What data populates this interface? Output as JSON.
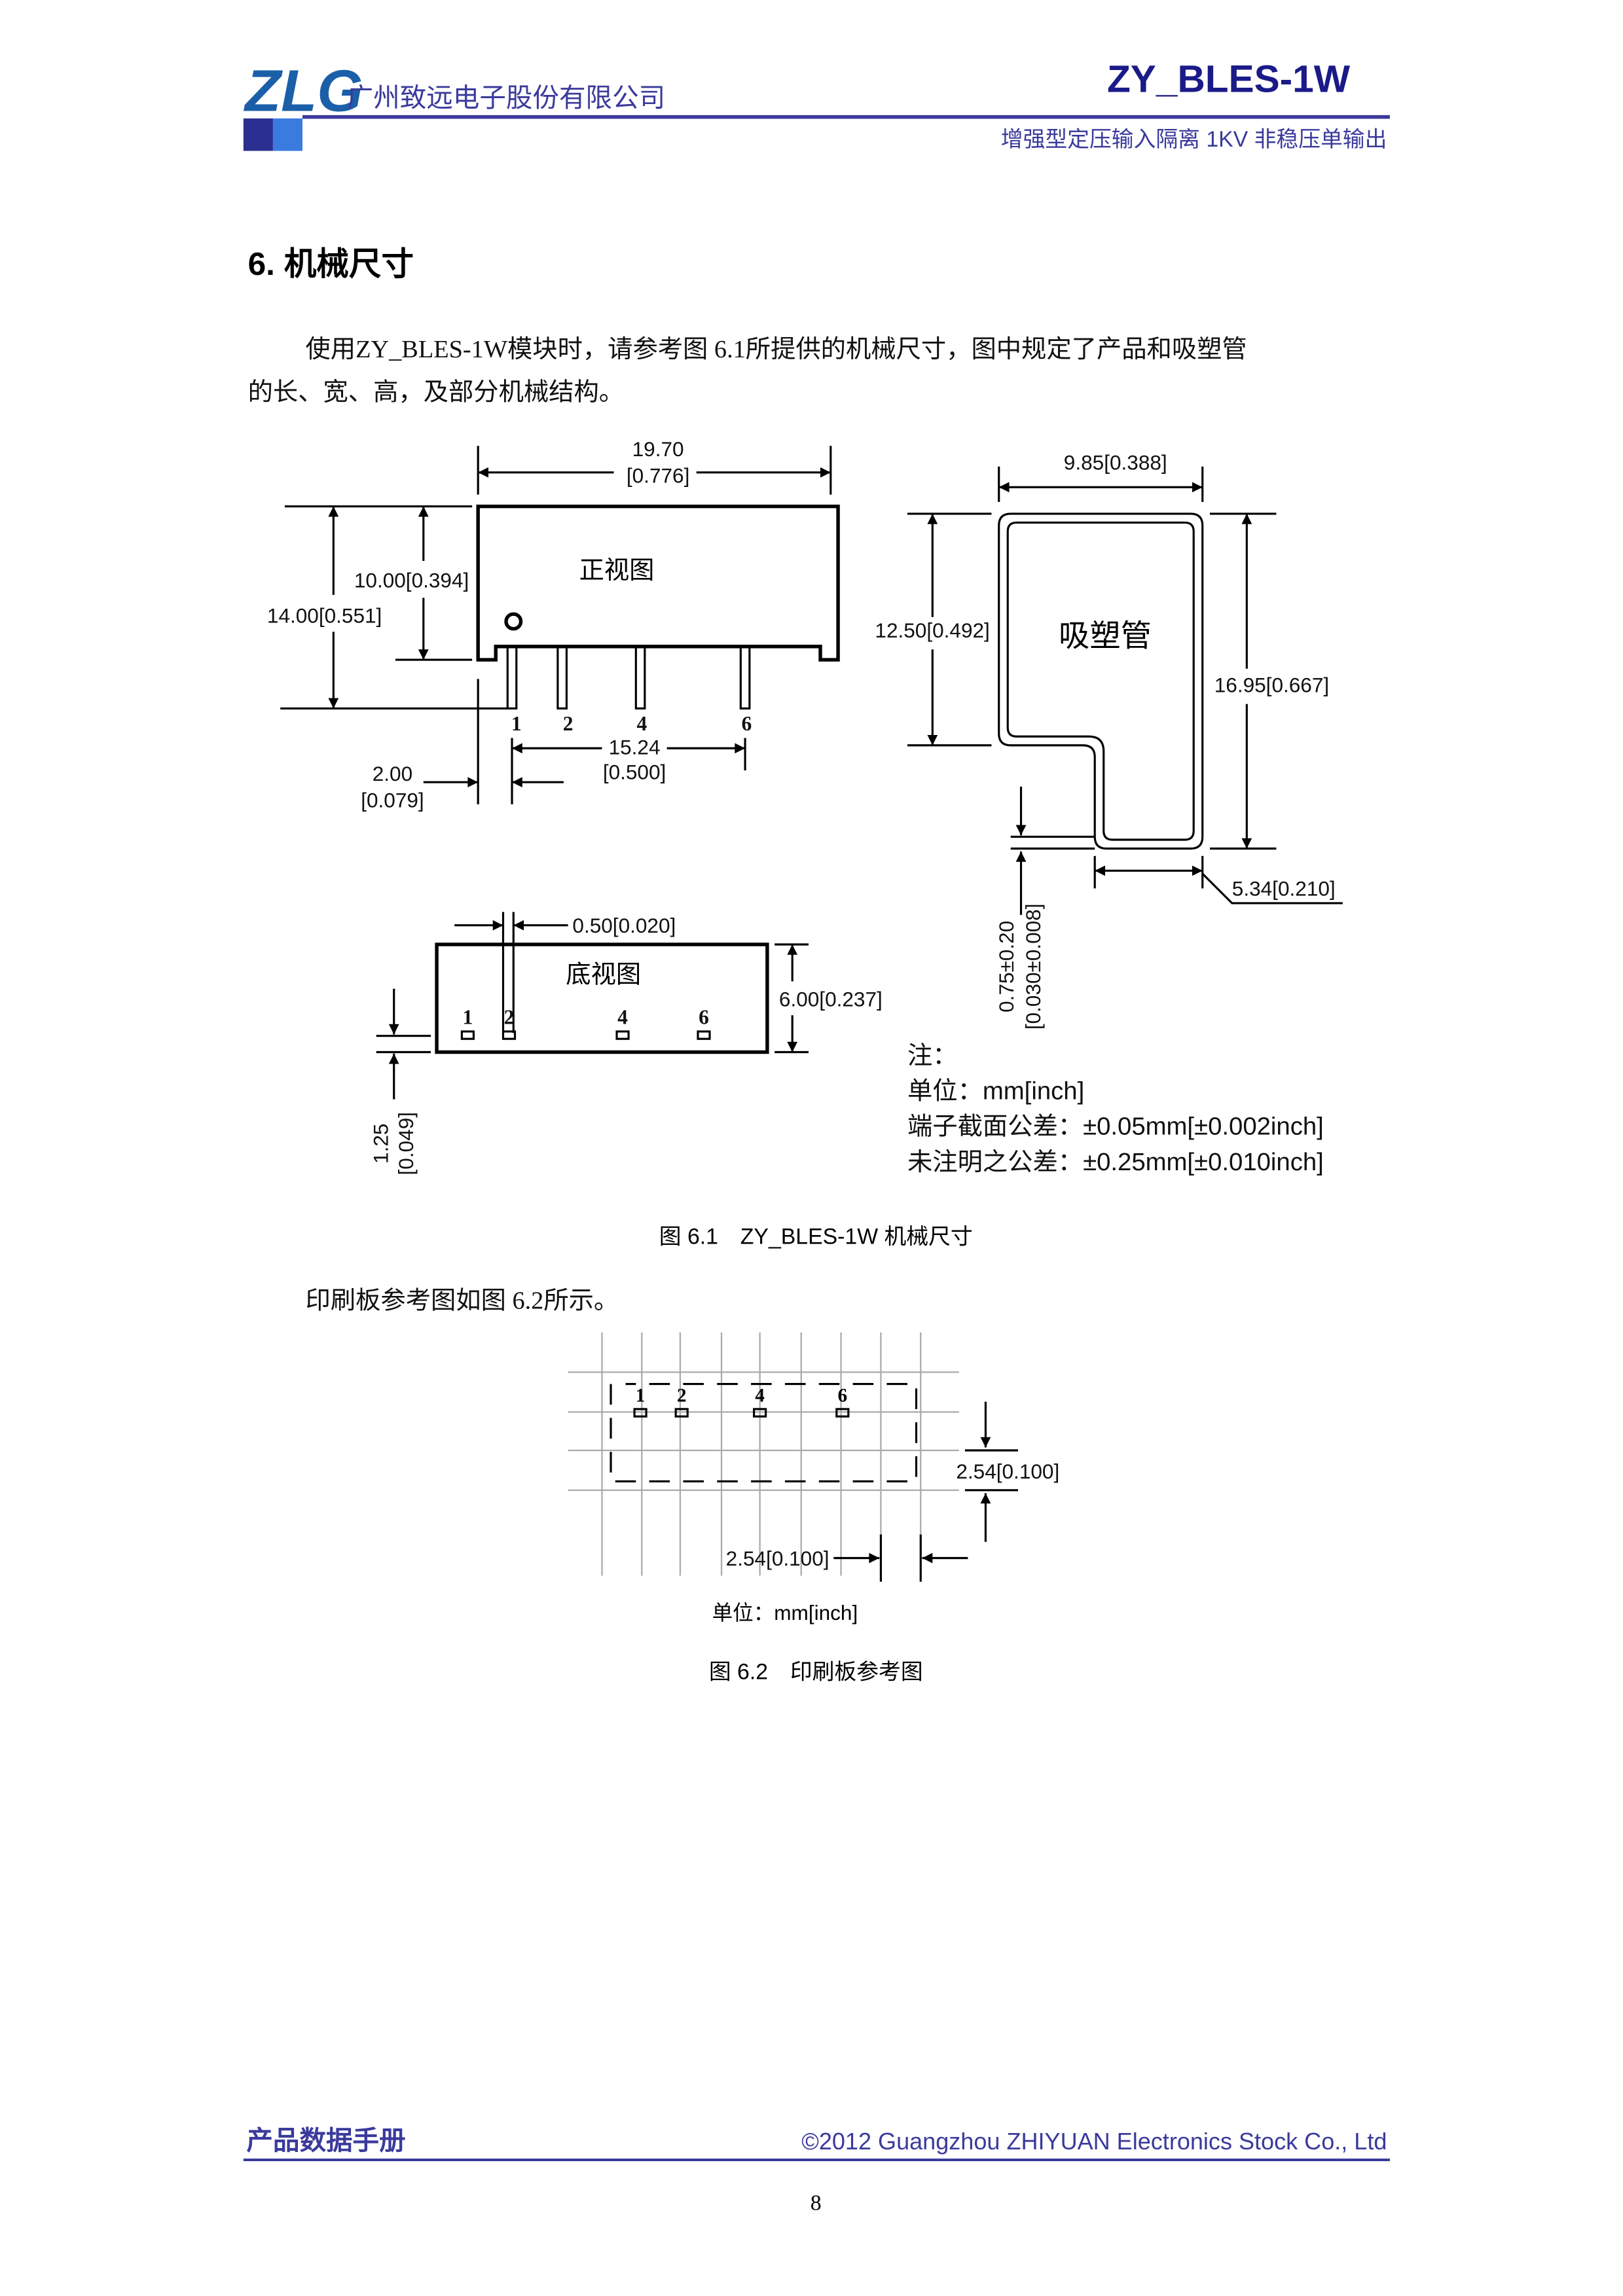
{
  "header": {
    "company": "广州致远电子股份有限公司",
    "logo_text": "ZLG",
    "product": "ZY_BLES-1W",
    "subtitle": "增强型定压输入隔离 1KV 非稳压单输出",
    "brand_color": "#3a3a9c"
  },
  "section": {
    "title": "6. 机械尺寸",
    "para_line1": "使用ZY_BLES-1W模块时，请参考图 6.1所提供的机械尺寸，图中规定了产品和吸塑管",
    "para_line2": "的长、宽、高，及部分机械结构。"
  },
  "figure1": {
    "front_label": "正视图",
    "bottom_label": "底视图",
    "tube_label": "吸塑管",
    "pins": [
      "1",
      "2",
      "4",
      "6"
    ],
    "dims": {
      "width_mm": "19.70",
      "width_in": "[0.776]",
      "body_height": "10.00[0.394]",
      "total_height": "14.00[0.551]",
      "pin_span_mm": "15.24",
      "pin_span_in": "[0.500]",
      "pin_offset_mm": "2.00",
      "pin_offset_in": "[0.079]",
      "tube_width": "9.85[0.388]",
      "tube_left_height": "12.50[0.492]",
      "tube_total_height": "16.95[0.667]",
      "tube_step": "5.34[0.210]",
      "tube_wall_mm": "0.75±0.20",
      "tube_wall_in": "[0.030±0.008]",
      "pin_width": "0.50[0.020]",
      "depth": "6.00[0.237]",
      "pin_row_mm": "1.25",
      "pin_row_in": "[0.049]"
    },
    "notes": {
      "title": "注：",
      "unit": "单位：mm[inch]",
      "terminal_tol": "端子截面公差：±0.05mm[±0.002inch]",
      "general_tol": "未注明之公差：±0.25mm[±0.010inch]"
    },
    "caption": "图 6.1　ZY_BLES-1W 机械尺寸"
  },
  "pcb_intro": "印刷板参考图如图 6.2所示。",
  "figure2": {
    "pins": [
      "1",
      "2",
      "4",
      "6"
    ],
    "pitch_v": "2.54[0.100]",
    "pitch_h": "2.54[0.100]",
    "unit": "单位：mm[inch]",
    "caption": "图 6.2　印刷板参考图"
  },
  "footer": {
    "left": "产品数据手册",
    "right": "©2012 Guangzhou ZHIYUAN Electronics Stock Co., Ltd",
    "page": "8"
  }
}
